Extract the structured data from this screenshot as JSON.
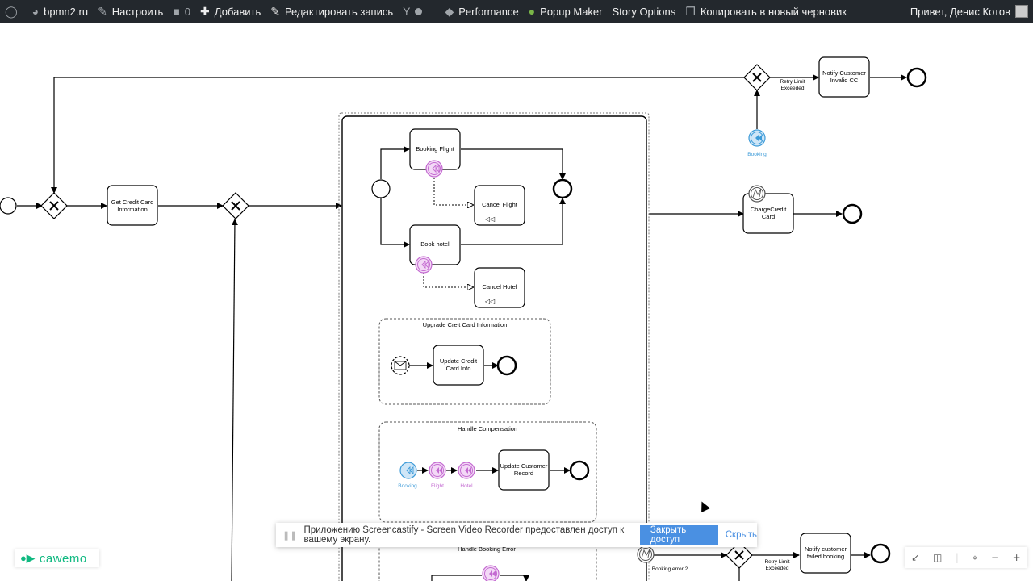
{
  "admin_bar": {
    "site": "bpmn2.ru",
    "customize": "Настроить",
    "comments": "0",
    "add": "Добавить",
    "edit_post": "Редактировать запись",
    "performance": "Performance",
    "popup_maker": "Popup Maker",
    "story_options": "Story Options",
    "copy_draft": "Копировать в новый черновик",
    "greeting": "Привет, Денис Котов"
  },
  "diagram": {
    "get_credit_card": [
      "Get Credit Card",
      "Information"
    ],
    "booking_flight": "Booking Flight",
    "cancel_flight": "Cancel Flight",
    "book_hotel": "Book hotel",
    "cancel_hotel": "Cancel Hotel",
    "upgrade_subprocess": "Upgrade Creit Card Information",
    "update_credit_card": [
      "Update Credit",
      "Card Info"
    ],
    "handle_compensation": "Handle Compensation",
    "comp_booking": "Booking",
    "comp_flight": "Flight",
    "comp_hotel": "Hotel",
    "update_customer_record": [
      "Update Customer",
      "Record"
    ],
    "handle_booking_error": "Handle Booking Error",
    "charge_credit_card": [
      "ChargeCredit",
      "Card"
    ],
    "booking_event": "Booking",
    "retry_limit_top": [
      "Retry Limit",
      "Exceeded"
    ],
    "notify_invalid_cc": [
      "Notify Customer",
      "Invalid CC"
    ],
    "booking_error_2": "Booking error 2",
    "retry_limit_bottom": [
      "Retry Limit",
      "Exceeded"
    ],
    "notify_failed_booking": [
      "Notify customer",
      "failed booking"
    ]
  },
  "notice": {
    "message": "Приложению Screencastify - Screen Video Recorder предоставлен доступ к вашему экрану.",
    "stop_button": "Закрыть доступ",
    "hide_link": "Скрыть"
  },
  "branding": {
    "logo": "cawemo"
  },
  "colors": {
    "compensation": "#c46bd1",
    "compensation_fill": "#f3d9f6",
    "event_blue": "#3d9bd8",
    "admin_bar": "#23282d"
  }
}
